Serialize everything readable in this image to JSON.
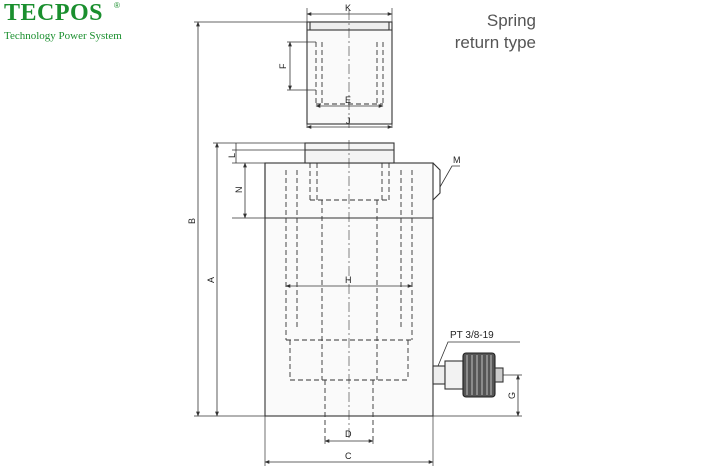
{
  "logo": {
    "name": "TECPOS",
    "registered_mark": "®",
    "tagline": "Technology Power System"
  },
  "title": {
    "line1": "Spring",
    "line2": "return type"
  },
  "port_label": "PT 3/8-19",
  "dims": {
    "K": "K",
    "F": "F",
    "E": "E",
    "J": "J",
    "M": "M",
    "L": "L",
    "N": "N",
    "B": "B",
    "A": "A",
    "H": "H",
    "G": "G",
    "D": "D",
    "C": "C"
  },
  "colors": {
    "brand_green": "#1a8f2e",
    "line": "#333333"
  }
}
